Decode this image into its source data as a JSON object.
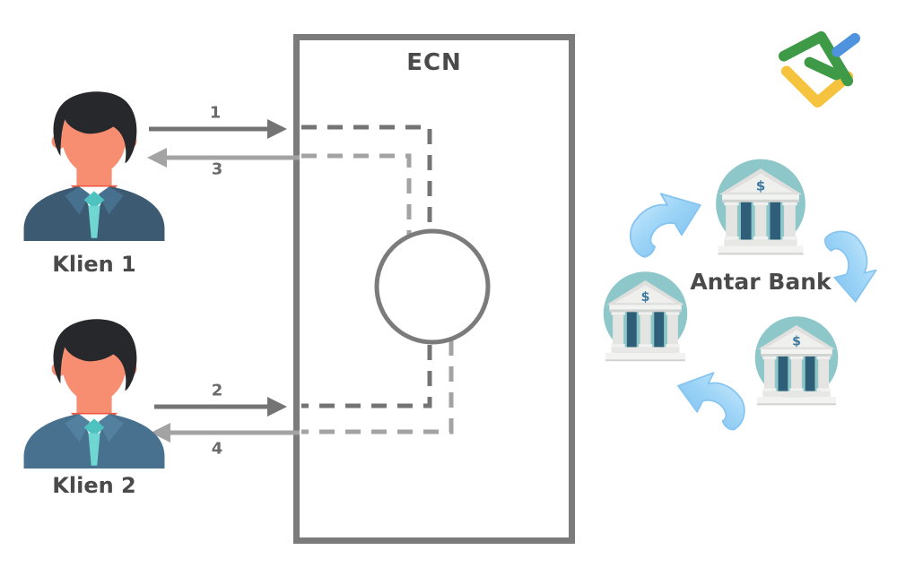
{
  "labels": {
    "ecn": "ECN",
    "client1": "Klien 1",
    "client2": "Klien 2",
    "interbank": "Antar Bank",
    "flow1": "1",
    "flow2": "2",
    "flow3": "3",
    "flow4": "4",
    "bank_dollar": "$"
  },
  "icons": {
    "client1": "person-avatar-icon",
    "client2": "person-avatar-icon",
    "matching_circle": "ecn-matching-node",
    "banks": [
      "bank-icon",
      "bank-icon",
      "bank-icon"
    ],
    "cycle_arrows": [
      "curved-arrow-upright-icon",
      "curved-arrow-down-icon",
      "curved-arrow-upleft-icon"
    ],
    "brand": "liteforex-logo"
  },
  "colors": {
    "box_border": "#7b7b7b",
    "flow_dark": "#747474",
    "flow_light": "#a3a3a3",
    "label_text": "#4a4a4a",
    "number_text": "#6a6a6a",
    "bank_circle_teal": "#8ec7c9",
    "bank_column_blue": "#2e5e78",
    "curve_arrow_blue": "#8ec9f3",
    "logo_green": "#3f9a47",
    "logo_yellow": "#f5c33e",
    "logo_blue": "#4f93df",
    "suit_blue_1": "#3d5a73",
    "suit_blue_2": "#47718f",
    "tie_teal": "#4ec2be",
    "skin": "#f78e71",
    "hair": "#26282b"
  }
}
